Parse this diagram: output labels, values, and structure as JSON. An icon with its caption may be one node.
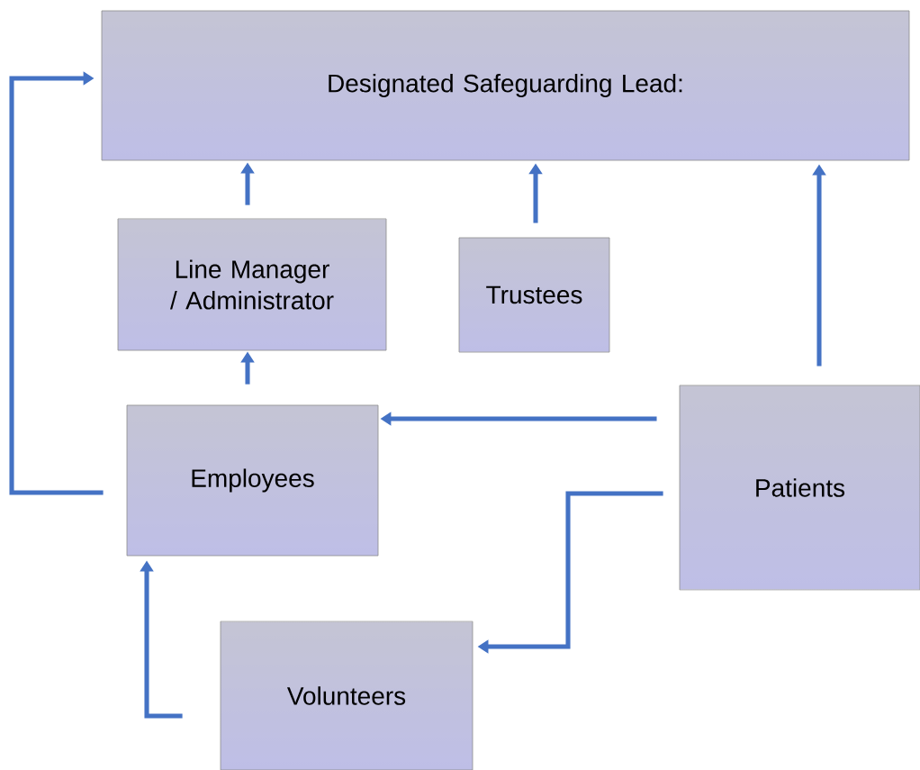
{
  "diagram": {
    "nodes": [
      {
        "text": [
          "Designated Safeguarding Lead:"
        ]
      },
      {
        "text": [
          "Line Manager / Administrator"
        ]
      },
      {
        "text": [
          "Trustees"
        ]
      },
      {
        "text": [
          "Employees"
        ]
      },
      {
        "text": [
          "Patients"
        ]
      },
      {
        "text": [
          "Volunteers"
        ]
      }
    ],
    "edges": [
      {
        "from": 1,
        "to": 0,
        "arrow": "to"
      },
      {
        "from": 2,
        "to": 0,
        "arrow": "to"
      },
      {
        "from": 4,
        "to": 0,
        "arrow": "to"
      },
      {
        "from": 3,
        "to": 1,
        "arrow": "to"
      },
      {
        "from": 4,
        "to": 3,
        "arrow": "to"
      },
      {
        "from": 4,
        "to": 5,
        "arrow": "to"
      },
      {
        "from": 3,
        "to": 0,
        "arrow": "to"
      },
      {
        "from": 5,
        "to": 3,
        "arrow": "to"
      }
    ]
  }
}
